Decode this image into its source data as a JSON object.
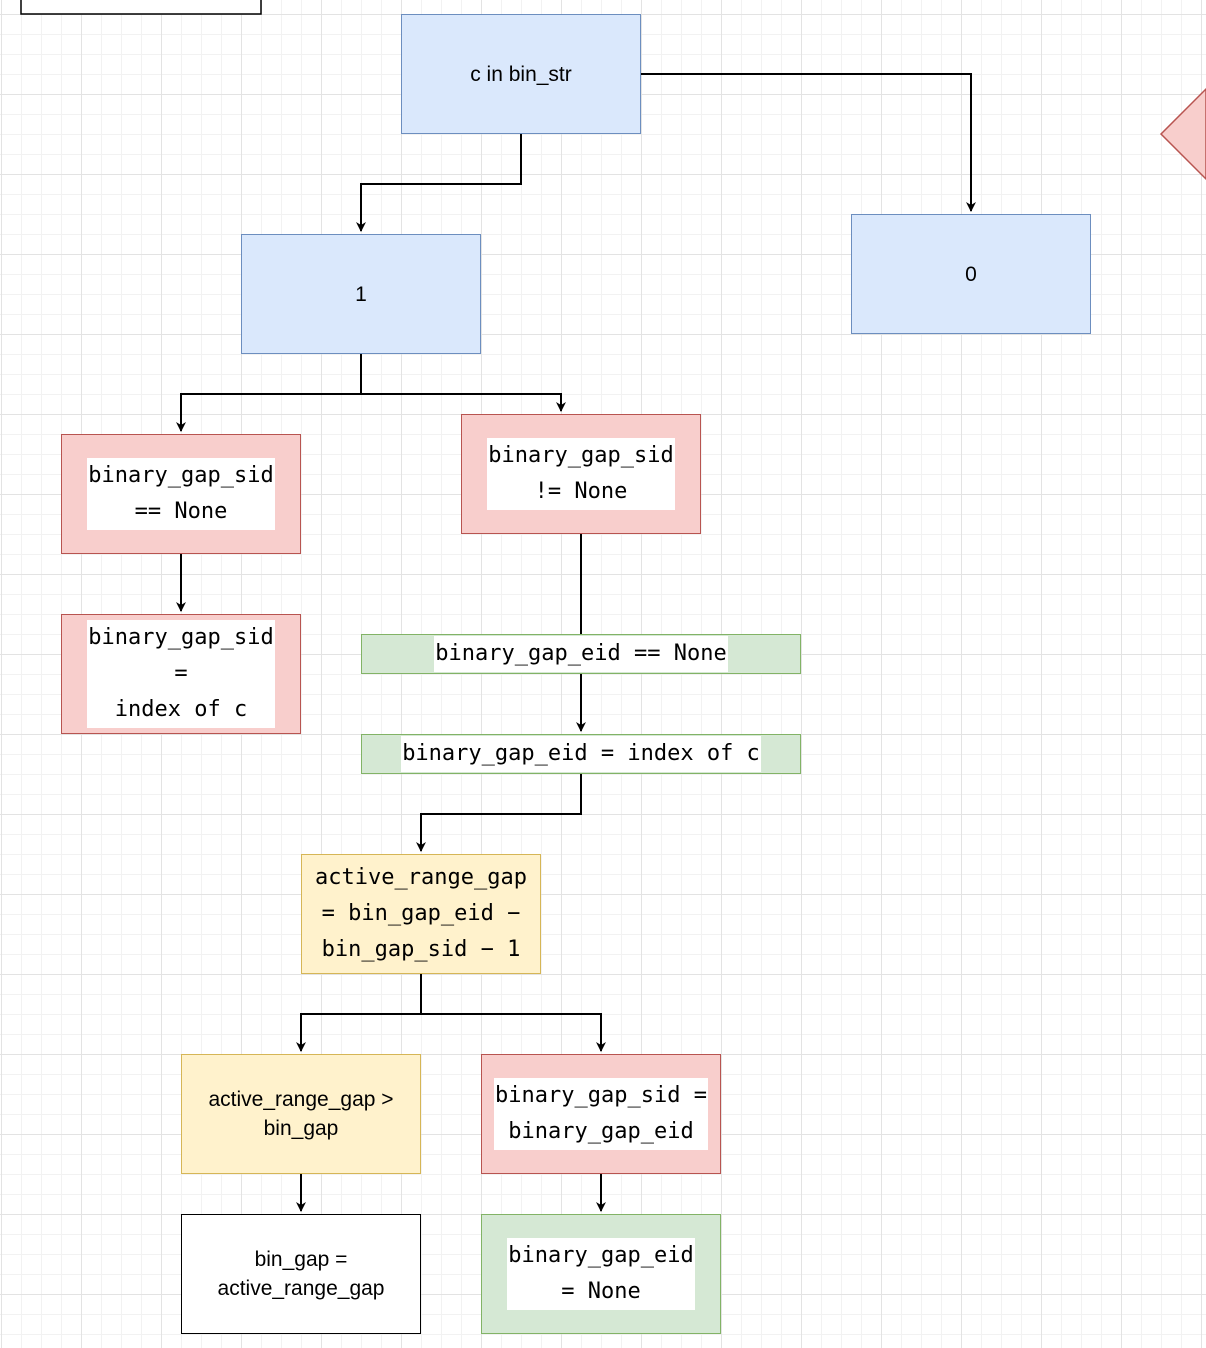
{
  "diagram": {
    "nodes": {
      "c_in_bin_str": "c in bin_str",
      "branch_one": "1",
      "branch_zero": "0",
      "sid_is_none": "binary_gap_sid\n== None",
      "sid_not_none": "binary_gap_sid\n!= None",
      "sid_assign_index": "binary_gap_sid\n=\nindex of c",
      "eid_is_none": "binary_gap_eid == None",
      "eid_assign_index": "binary_gap_eid = index of c",
      "active_range_gap_calc": "active_range_gap\n= bin_gap_eid −\nbin_gap_sid − 1",
      "gap_compare": "active_range_gap >\nbin_gap",
      "sid_assign_eid": "binary_gap_sid =\nbinary_gap_eid",
      "bin_gap_assign": "bin_gap =\nactive_range_gap",
      "eid_reset_none": "binary_gap_eid\n= None"
    },
    "colors": {
      "blue_fill": "#dae8fc",
      "blue_stroke": "#6c8ebf",
      "red_fill": "#f8cecc",
      "red_stroke": "#b85450",
      "green_fill": "#d5e8d4",
      "green_stroke": "#82b366",
      "yellow_fill": "#fff2cc",
      "yellow_stroke": "#d6b656"
    }
  }
}
